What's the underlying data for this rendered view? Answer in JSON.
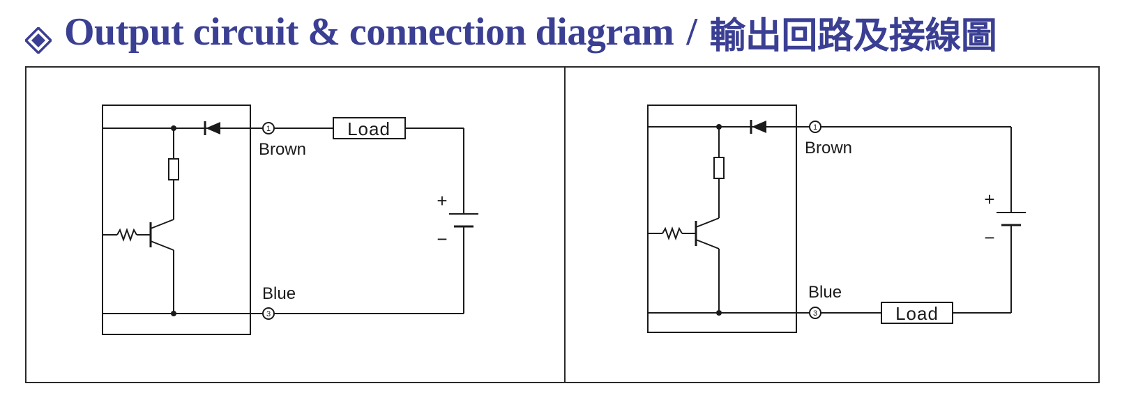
{
  "title": {
    "english": "Output circuit & connection diagram",
    "separator": "/",
    "chinese": "輸出回路及接線圖",
    "color": "#3a3f93"
  },
  "diagrams": [
    {
      "terminal_top": "1",
      "terminal_bottom": "3",
      "wire_top_label": "Brown",
      "wire_bottom_label": "Blue",
      "load_label": "Load",
      "load_position": "top-line",
      "battery_plus": "+",
      "battery_minus": "−"
    },
    {
      "terminal_top": "1",
      "terminal_bottom": "3",
      "wire_top_label": "Brown",
      "wire_bottom_label": "Blue",
      "load_label": "Load",
      "load_position": "bottom-line",
      "battery_plus": "+",
      "battery_minus": "−"
    }
  ]
}
